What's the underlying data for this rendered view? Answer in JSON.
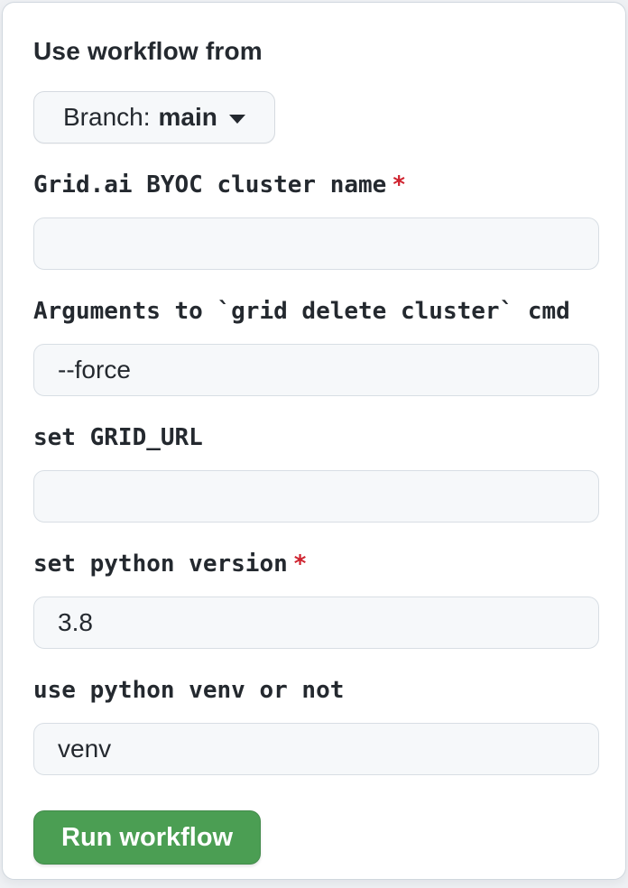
{
  "panel": {
    "heading": "Use workflow from",
    "branch_button": {
      "prefix": "Branch:",
      "branch": "main"
    },
    "required_marker": "*",
    "fields": [
      {
        "label": "Grid.ai BYOC cluster name",
        "required": true,
        "value": ""
      },
      {
        "label": "Arguments to `grid delete cluster` cmd",
        "required": false,
        "value": "--force"
      },
      {
        "label": "set GRID_URL",
        "required": false,
        "value": ""
      },
      {
        "label": "set python version",
        "required": true,
        "value": "3.8"
      },
      {
        "label": "use python venv or not",
        "required": false,
        "value": "venv"
      }
    ],
    "run_button": {
      "label": "Run workflow"
    },
    "colors": {
      "accent_green": "#4b9e53",
      "required_red": "#cf222e",
      "text": "#24292f",
      "input_background": "#f6f8fa",
      "input_border": "#d8dee4",
      "panel_border": "#d0d7de"
    }
  }
}
